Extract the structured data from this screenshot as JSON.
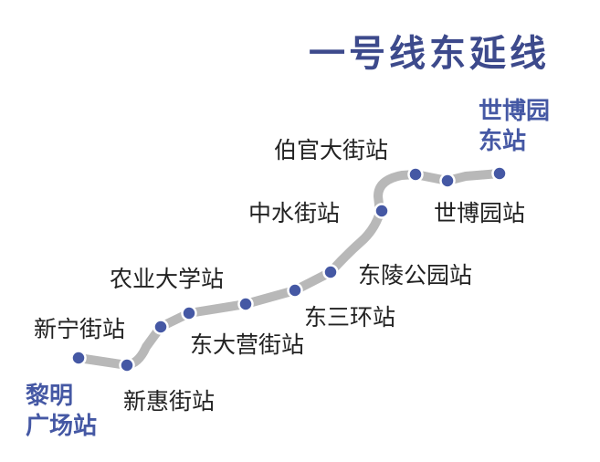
{
  "title": "一号线东延线",
  "colors": {
    "line": "#b8b8b8",
    "station": "#4558a4",
    "title": "#3d4a8c",
    "text": "#222222"
  },
  "terminals": {
    "west": {
      "line1": "黎明",
      "line2": "广场站"
    },
    "east": {
      "line1": "世博园",
      "line2": "东站"
    }
  },
  "stations": [
    {
      "id": "liming-guangchang",
      "name": "黎明广场站"
    },
    {
      "id": "xinhui-jie",
      "name": "新惠街站"
    },
    {
      "id": "xinning-jie",
      "name": "新宁街站"
    },
    {
      "id": "nongye-daxue",
      "name": "农业大学站"
    },
    {
      "id": "dongdaying-jie",
      "name": "东大营街站"
    },
    {
      "id": "dongsanhuan",
      "name": "东三环站"
    },
    {
      "id": "dongling-gongyuan",
      "name": "东陵公园站"
    },
    {
      "id": "zhongshui-jie",
      "name": "中水街站"
    },
    {
      "id": "boguan-dajie",
      "name": "伯官大街站"
    },
    {
      "id": "shiboyuan",
      "name": "世博园站"
    },
    {
      "id": "shiboyuan-dong",
      "name": "世博园东站"
    }
  ]
}
